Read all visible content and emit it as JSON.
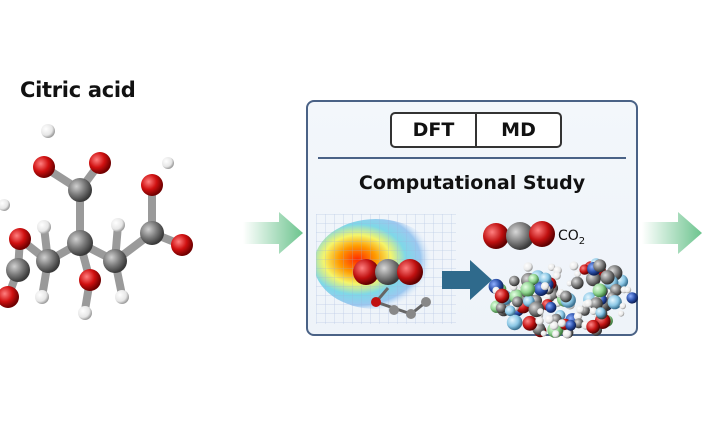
{
  "molecule": {
    "name": "Citric acid"
  },
  "panel": {
    "methods": [
      "DFT",
      "MD"
    ],
    "title": "Computational Study",
    "co2_label_main": "CO",
    "co2_label_sub": "2"
  },
  "colors": {
    "oxygen": "#d01010",
    "carbon": "#7a7a7a",
    "hydrogen": "#f2f2f2",
    "nitrogen": "#2a4fa8",
    "arrow": "#6cc48e",
    "panel_border": "#4a6286",
    "flow_arrow": "#2f6a8c"
  },
  "icons": [
    "citric-acid-molecule",
    "entry-arrow-icon",
    "exit-arrow-icon",
    "heatmap",
    "co2-molecule-icon",
    "polymer-cluster",
    "transfer-arrow-icon"
  ]
}
